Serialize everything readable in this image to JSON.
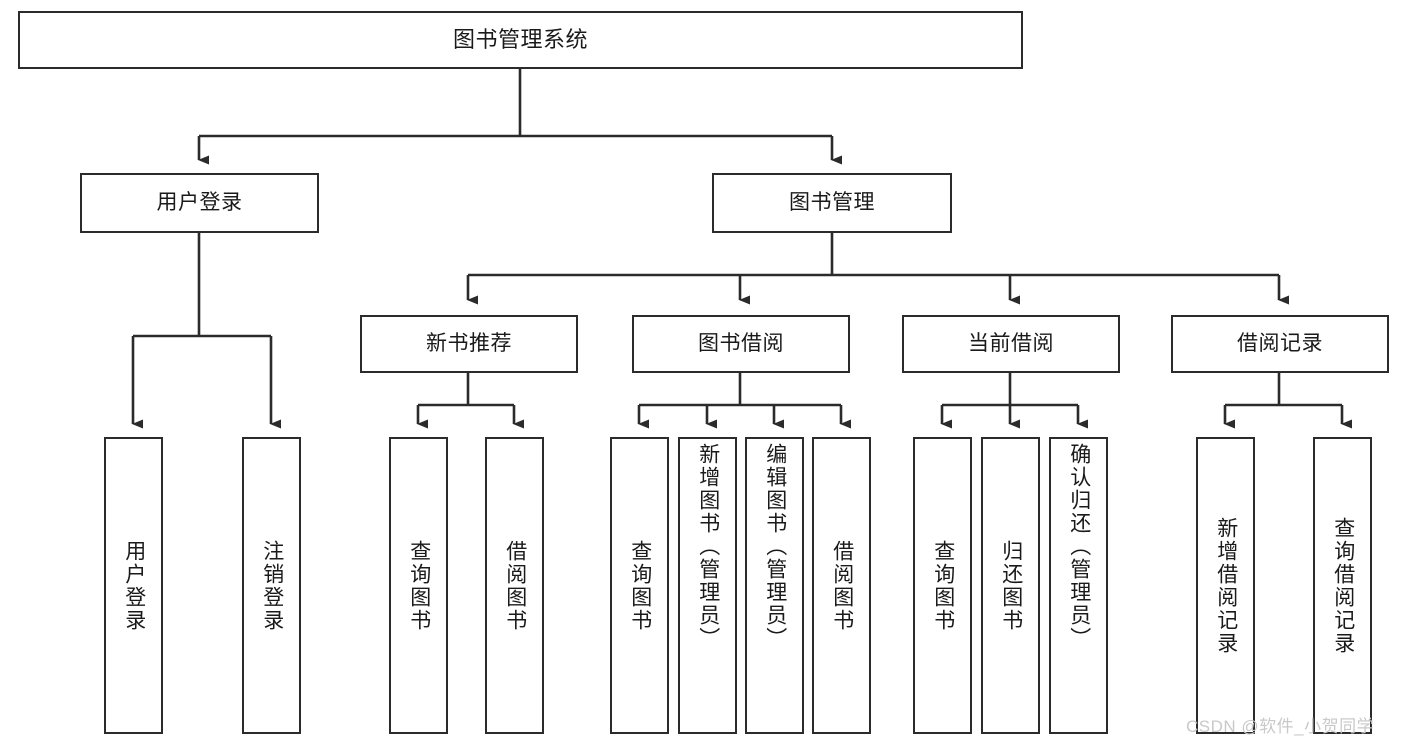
{
  "diagram": {
    "title": "图书管理系统",
    "type": "tree",
    "watermark": "CSDN @软件_小贺同学",
    "colors": {
      "box_border": "#2b2b2b",
      "box_fill": "#ffffff",
      "connector": "#2b2b2b",
      "text": "#1a1a1a",
      "watermark": "#c9c9c9",
      "background": "#ffffff"
    },
    "nodes": {
      "root": {
        "label": "图书管理系统"
      },
      "level2": [
        {
          "label": "用户登录"
        },
        {
          "label": "图书管理"
        }
      ],
      "level3": [
        {
          "label": "新书推荐"
        },
        {
          "label": "图书借阅"
        },
        {
          "label": "当前借阅"
        },
        {
          "label": "借阅记录"
        }
      ],
      "leaves": {
        "user_login": [
          {
            "label": "用户登录"
          },
          {
            "label": "注销登录"
          }
        ],
        "new_book_recommend": [
          {
            "label": "查询图书"
          },
          {
            "label": "借阅图书"
          }
        ],
        "book_borrow": [
          {
            "label": "查询图书"
          },
          {
            "label": "新增图书（管理员）"
          },
          {
            "label": "编辑图书（管理员）"
          },
          {
            "label": "借阅图书"
          }
        ],
        "current_borrow": [
          {
            "label": "查询图书"
          },
          {
            "label": "归还图书"
          },
          {
            "label": "确认归还（管理员）"
          }
        ],
        "borrow_record": [
          {
            "label": "新增借阅记录"
          },
          {
            "label": "查询借阅记录"
          }
        ]
      }
    }
  }
}
